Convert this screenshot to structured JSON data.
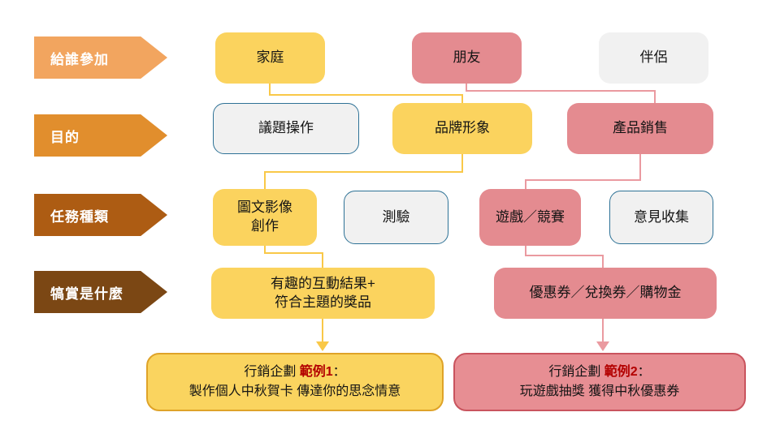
{
  "colors": {
    "yellow": "#FBD35E",
    "pink": "#E48B90",
    "gray": "#F1F1F1",
    "blue_border": "#2E7296",
    "yellow_line": "#F9C848",
    "pink_line": "#EA9AA0",
    "ex1_fill": "#FAD45F",
    "ex1_border": "#DFA328",
    "ex2_fill": "#E78E93",
    "ex2_border": "#C9545E",
    "red": "#B30000"
  },
  "legend_arrows": [
    {
      "label": "給誰參加",
      "color": "#F2A55F"
    },
    {
      "label": "目的",
      "color": "#E18E2D"
    },
    {
      "label": "任務種類",
      "color": "#AD5C13"
    },
    {
      "label": "犒賞是什麼",
      "color": "#7B4714"
    }
  ],
  "nodes": {
    "family": {
      "label": "家庭"
    },
    "friends": {
      "label": "朋友"
    },
    "couple": {
      "label": "伴侶"
    },
    "topic_ops": {
      "label": "議題操作"
    },
    "brand_image": {
      "label": "品牌形象"
    },
    "product_sales": {
      "label": "產品銷售"
    },
    "image_creation": {
      "line1": "圖文影像",
      "line2": "創作"
    },
    "quiz": {
      "label": "測驗"
    },
    "game_contest": {
      "label": "遊戲／競賽"
    },
    "opinion_collect": {
      "label": "意見收集"
    },
    "fun_reward": {
      "line1": "有趣的互動結果+",
      "line2": "符合主題的獎品"
    },
    "coupons": {
      "label": "優惠券／兌換券／購物金"
    }
  },
  "examples": {
    "example1": {
      "prefix": "行銷企劃 ",
      "highlight": "範例1",
      "colon": "：",
      "desc": "製作個人中秋賀卡 傳達你的思念情意"
    },
    "example2": {
      "prefix": "行銷企劃 ",
      "highlight": "範例2",
      "colon": "：",
      "desc": "玩遊戲抽獎 獲得中秋優惠券"
    }
  }
}
